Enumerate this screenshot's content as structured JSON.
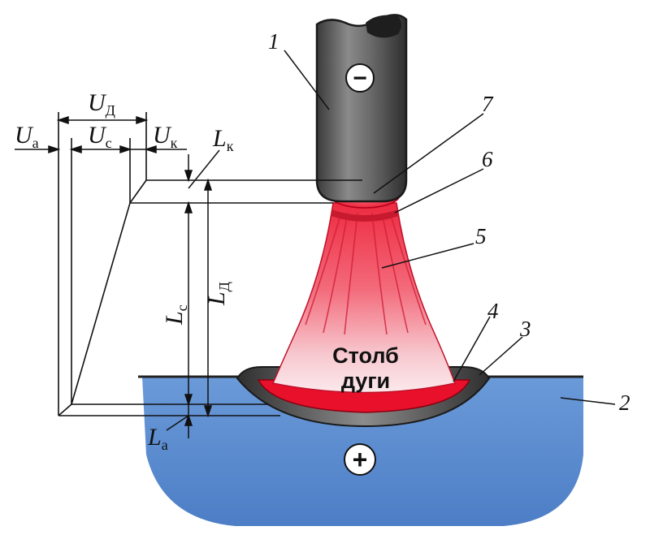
{
  "labels": {
    "Ud_main": "U",
    "Ud_sub": "Д",
    "Ua_main": "U",
    "Ua_sub": "а",
    "Uc_main": "U",
    "Uc_sub": "с",
    "Uk_main": "U",
    "Uk_sub": "к",
    "Lk_main": "L",
    "Lk_sub": "к",
    "Lc_main": "L",
    "Lc_sub": "с",
    "Ld_main": "L",
    "Ld_sub": "Д",
    "La_main": "L",
    "La_sub": "а"
  },
  "callouts": [
    "1",
    "2",
    "3",
    "4",
    "5",
    "6",
    "7"
  ],
  "arc_text_line1": "Столб",
  "arc_text_line2": "дуги",
  "minus_sign": "−",
  "plus_sign": "+",
  "colors": {
    "electrode": "#5a5a5a",
    "arc": "#f04a5c",
    "pool": "#e8102a",
    "workpiece": "#6fa0dc",
    "crater": "#555555"
  }
}
